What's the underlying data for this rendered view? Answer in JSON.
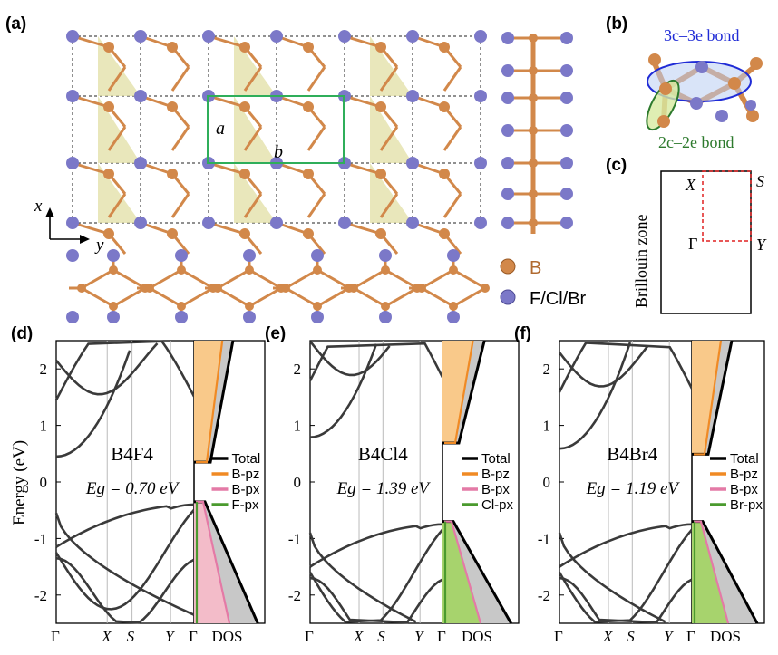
{
  "panels": {
    "a": "(a)",
    "b": "(b)",
    "c": "(c)",
    "d": "(d)",
    "e": "(e)",
    "f": "(f)"
  },
  "structure": {
    "lattice_a": "a",
    "lattice_b": "b",
    "axis_x": "x",
    "axis_y": "y",
    "legend_b": "B",
    "legend_halogen": "F/Cl/Br",
    "colors": {
      "boron": "#d2884a",
      "halogen": "#7b78c8",
      "triangle": "#e2dfa4",
      "cell": "#2fae5a"
    }
  },
  "bonding": {
    "three_center": "3c–3e bond",
    "two_center": "2c–2e bond",
    "colors": {
      "three_center": "#1f2bd6",
      "two_center": "#2d7a2d"
    }
  },
  "brillouin": {
    "title": "Brillouin zone",
    "X": "X",
    "S": "S",
    "G": "Γ",
    "Y": "Y"
  },
  "chart_data": [
    {
      "type": "line",
      "panel": "d",
      "compound": "B4F4",
      "gap_label": "Eg = 0.70 eV",
      "ylabel": "Energy (eV)",
      "ylim": [
        -2.5,
        2.5
      ],
      "yticks": [
        "-2",
        "-1",
        "0",
        "1",
        "2"
      ],
      "kpath": [
        "Γ",
        "X",
        "S",
        "Y",
        "Γ"
      ],
      "dos_xlabel": "DOS",
      "legend": [
        "Total",
        "B-pz",
        "B-px",
        "F-px"
      ],
      "vbm": -0.35,
      "cbm": 0.35
    },
    {
      "type": "line",
      "panel": "e",
      "compound": "B4Cl4",
      "gap_label": "Eg = 1.39 eV",
      "ylim": [
        -2.5,
        2.5
      ],
      "yticks": [
        "-2",
        "-1",
        "0",
        "1",
        "2"
      ],
      "kpath": [
        "Γ",
        "X",
        "S",
        "Y",
        "Γ"
      ],
      "dos_xlabel": "DOS",
      "legend": [
        "Total",
        "B-pz",
        "B-px",
        "Cl-px"
      ],
      "vbm": -0.7,
      "cbm": 0.69
    },
    {
      "type": "line",
      "panel": "f",
      "compound": "B4Br4",
      "gap_label": "Eg = 1.19 eV",
      "ylim": [
        -2.5,
        2.5
      ],
      "yticks": [
        "-2",
        "-1",
        "0",
        "1",
        "2"
      ],
      "kpath": [
        "Γ",
        "X",
        "S",
        "Y",
        "Γ"
      ],
      "dos_xlabel": "DOS",
      "legend": [
        "Total",
        "B-pz",
        "B-px",
        "Br-px"
      ],
      "vbm": -0.7,
      "cbm": 0.49
    }
  ],
  "dos_colors": {
    "total": "#000000",
    "b_pz": "#f08a24",
    "b_px": "#e47aa6",
    "halogen_px": "#4a9a2e",
    "pz_fill": "#f9c98a",
    "px_fill": "#f3bcc9",
    "hal_fill": "#a7d36d",
    "tot_fill": "#c8c8c8"
  }
}
